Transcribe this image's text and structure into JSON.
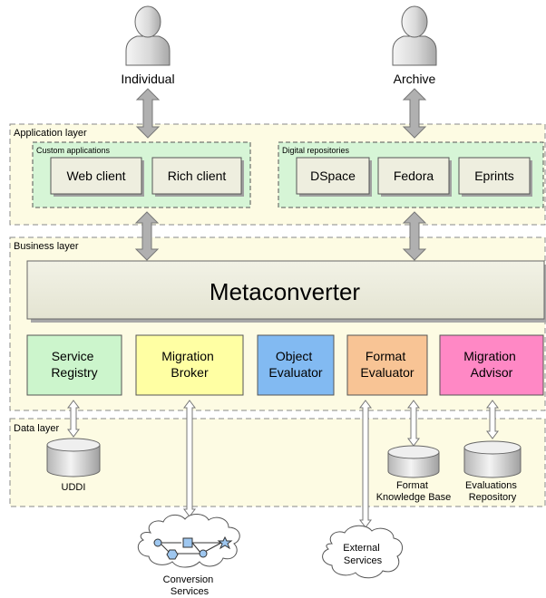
{
  "actors": {
    "individual": "Individual",
    "archive": "Archive"
  },
  "layers": {
    "application": "Application layer",
    "business": "Business layer",
    "data": "Data layer"
  },
  "groups": {
    "custom_applications": "Custom applications",
    "digital_repositories": "Digital repositories"
  },
  "apps": {
    "web_client": "Web client",
    "rich_client": "Rich client",
    "dspace": "DSpace",
    "fedora": "Fedora",
    "eprints": "Eprints"
  },
  "metaconverter": "Metaconverter",
  "components": {
    "service_registry": [
      "Service",
      "Registry"
    ],
    "migration_broker": [
      "Migration",
      "Broker"
    ],
    "object_evaluator": [
      "Object",
      "Evaluator"
    ],
    "format_evaluator": [
      "Format",
      "Evaluator"
    ],
    "migration_advisor": [
      "Migration",
      "Advisor"
    ]
  },
  "databases": {
    "uddi": [
      "UDDI"
    ],
    "format_kb": [
      "Format",
      "Knowledge Base"
    ],
    "evaluations_repo": [
      "Evaluations",
      "Repository"
    ]
  },
  "clouds": {
    "conversion_services": [
      "Conversion",
      "Services"
    ],
    "external_services": [
      "External",
      "Services"
    ]
  },
  "colors": {
    "layer_fill": "#fdfbe3",
    "group_fill": "#d6f5d6",
    "app_box": "#eeeedf",
    "service_registry": "#ccf5cc",
    "migration_broker": "#ffffa3",
    "object_evaluator": "#82baf2",
    "format_evaluator": "#f8c495",
    "migration_advisor": "#ff88c5"
  }
}
